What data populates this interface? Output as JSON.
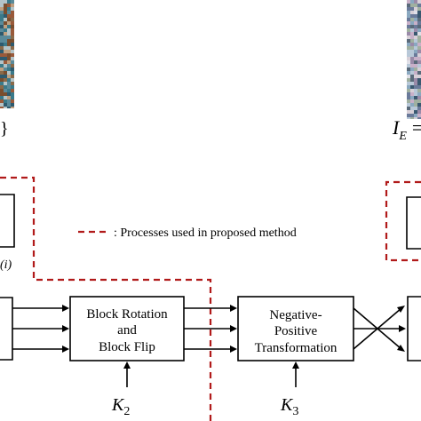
{
  "image_left": {
    "caption": "}",
    "colors": [
      "#3a7a8a",
      "#7a4e2e",
      "#9a5a3a",
      "#5a8a9a",
      "#c0a080",
      "#2e5a6e",
      "#8a6a4a",
      "#b4c4c8"
    ]
  },
  "image_right": {
    "caption_main": "I",
    "caption_sub": "E",
    "caption_tail": "=",
    "colors": [
      "#8aa8c0",
      "#d8d0d8",
      "#3a5870",
      "#c8b0c8",
      "#a0b0a0",
      "#6a7a9a",
      "#e0e0e8",
      "#9a8aa8",
      "#b8c8d8",
      "#5a6a7a"
    ]
  },
  "legend": {
    "text": ": Processes used in proposed method",
    "line_color": "#b11a1a"
  },
  "partial_label": "(i)",
  "blocks": {
    "block_rotation": {
      "line1": "Block Rotation",
      "line2": "and",
      "line3": "Block Flip"
    },
    "negative_positive": {
      "line1": "Negative-",
      "line2": "Positive",
      "line3": "Transformation"
    }
  },
  "keys": {
    "k2": {
      "main": "K",
      "sub": "2"
    },
    "k3": {
      "main": "K",
      "sub": "3"
    }
  }
}
